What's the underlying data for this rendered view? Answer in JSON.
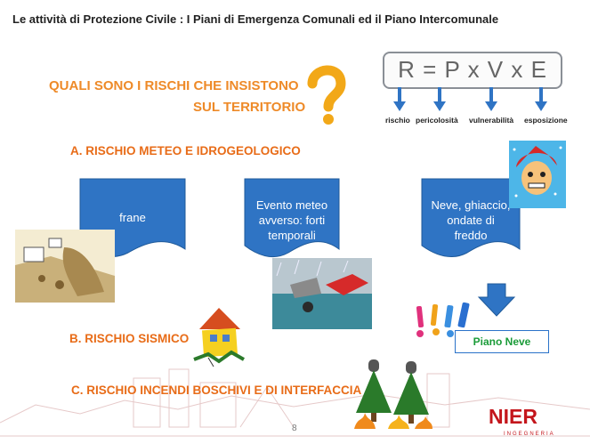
{
  "header": {
    "title": "Le attività di Protezione Civile : I Piani di Emergenza Comunali ed il Piano Intercomunale"
  },
  "question": {
    "line1": "QUALI SONO I RISCHI CHE INSISTONO",
    "line2": "SUL TERRITORIO"
  },
  "formula": {
    "text": "R = P x V x E",
    "labels": [
      "rischio",
      "pericolosità",
      "vulnerabilità",
      "esposizione"
    ]
  },
  "risks": {
    "a": "A. RISCHIO METEO E IDROGEOLOGICO",
    "b": "B. RISCHIO SISMICO",
    "c": "C. RISCHIO INCENDI BOSCHIVI E DI INTERFACCIA"
  },
  "shapes": [
    "frane",
    "Evento meteo\navverso: forti\ntemporali",
    "Neve, ghiaccio,\nondate di\nfreddo"
  ],
  "piano_neve": "Piano Neve",
  "page_number": "8",
  "logo": {
    "name": "NIER",
    "sub": "INGEGNERIA"
  },
  "colors": {
    "orange": "#ee8a28",
    "shape_blue": "#2f74c4",
    "logo_red": "#c4161c",
    "green": "#1a9b38"
  }
}
